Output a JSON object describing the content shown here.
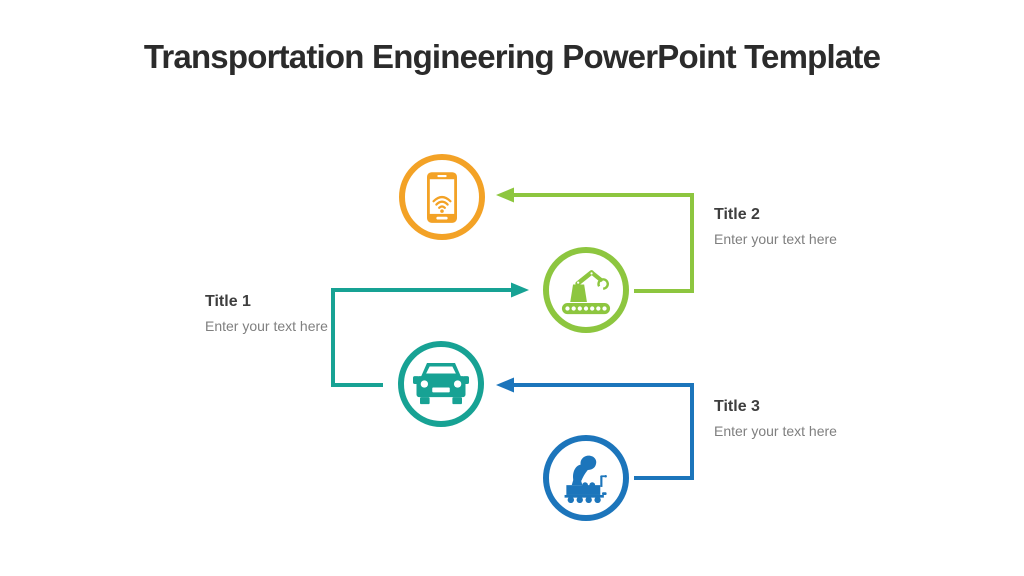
{
  "slide_title": "Transportation Engineering PowerPoint Template",
  "colors": {
    "orange": "#F3A226",
    "green": "#8DC63F",
    "teal": "#17A294",
    "blue": "#1C75BB",
    "heading": "#2B2B2B",
    "label": "#3E3E3E",
    "muted": "#7F7F7F",
    "background": "#FFFFFF"
  },
  "nodes": [
    {
      "icon": "smartphone-icon",
      "color": "orange"
    },
    {
      "icon": "excavator-icon",
      "color": "green"
    },
    {
      "icon": "car-icon",
      "color": "teal"
    },
    {
      "icon": "steam-train-icon",
      "color": "blue"
    }
  ],
  "labels": [
    {
      "title": "Title 1",
      "text": "Enter your text here"
    },
    {
      "title": "Title 2",
      "text": "Enter your text here"
    },
    {
      "title": "Title 3",
      "text": "Enter your text here"
    }
  ]
}
